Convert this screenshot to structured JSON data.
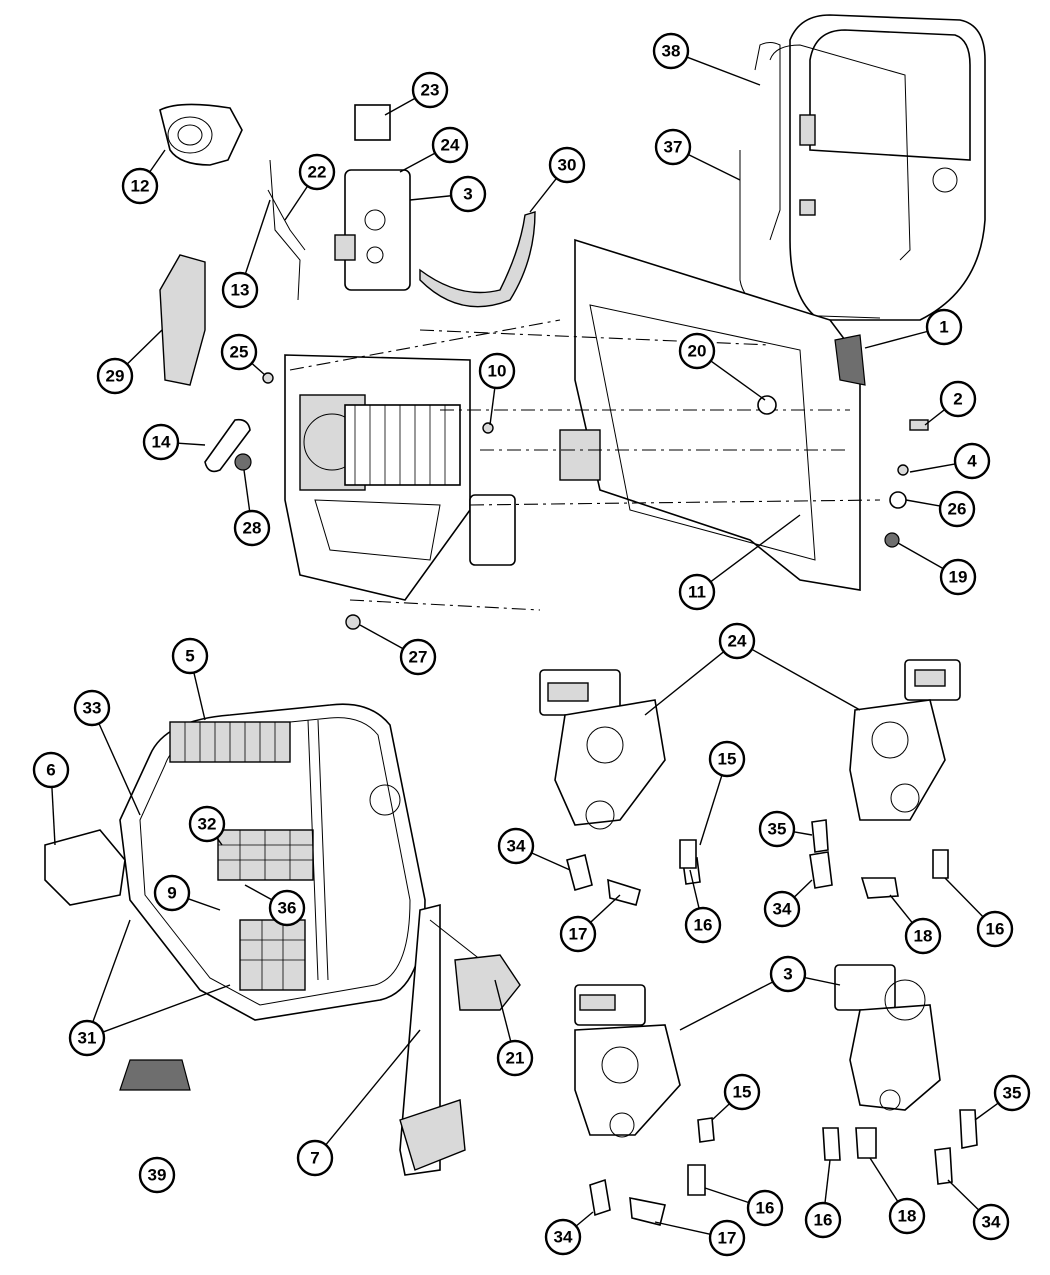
{
  "callouts": [
    {
      "id": "c1",
      "label": "1"
    },
    {
      "id": "c2",
      "label": "2"
    },
    {
      "id": "c3a",
      "label": "3"
    },
    {
      "id": "c3b",
      "label": "3"
    },
    {
      "id": "c4",
      "label": "4"
    },
    {
      "id": "c5",
      "label": "5"
    },
    {
      "id": "c6",
      "label": "6"
    },
    {
      "id": "c7",
      "label": "7"
    },
    {
      "id": "c9",
      "label": "9"
    },
    {
      "id": "c10",
      "label": "10"
    },
    {
      "id": "c11",
      "label": "11"
    },
    {
      "id": "c12",
      "label": "12"
    },
    {
      "id": "c13",
      "label": "13"
    },
    {
      "id": "c14",
      "label": "14"
    },
    {
      "id": "c15a",
      "label": "15"
    },
    {
      "id": "c15b",
      "label": "15"
    },
    {
      "id": "c16a",
      "label": "16"
    },
    {
      "id": "c16b",
      "label": "16"
    },
    {
      "id": "c16c",
      "label": "16"
    },
    {
      "id": "c16d",
      "label": "16"
    },
    {
      "id": "c17a",
      "label": "17"
    },
    {
      "id": "c17b",
      "label": "17"
    },
    {
      "id": "c18a",
      "label": "18"
    },
    {
      "id": "c18b",
      "label": "18"
    },
    {
      "id": "c19",
      "label": "19"
    },
    {
      "id": "c20",
      "label": "20"
    },
    {
      "id": "c21",
      "label": "21"
    },
    {
      "id": "c22",
      "label": "22"
    },
    {
      "id": "c23",
      "label": "23"
    },
    {
      "id": "c24a",
      "label": "24"
    },
    {
      "id": "c24b",
      "label": "24"
    },
    {
      "id": "c25",
      "label": "25"
    },
    {
      "id": "c26",
      "label": "26"
    },
    {
      "id": "c27",
      "label": "27"
    },
    {
      "id": "c28",
      "label": "28"
    },
    {
      "id": "c29",
      "label": "29"
    },
    {
      "id": "c30",
      "label": "30"
    },
    {
      "id": "c31",
      "label": "31"
    },
    {
      "id": "c32",
      "label": "32"
    },
    {
      "id": "c33",
      "label": "33"
    },
    {
      "id": "c34a",
      "label": "34"
    },
    {
      "id": "c34b",
      "label": "34"
    },
    {
      "id": "c34c",
      "label": "34"
    },
    {
      "id": "c34d",
      "label": "34"
    },
    {
      "id": "c35a",
      "label": "35"
    },
    {
      "id": "c35b",
      "label": "35"
    },
    {
      "id": "c36",
      "label": "36"
    },
    {
      "id": "c37",
      "label": "37"
    },
    {
      "id": "c38",
      "label": "38"
    },
    {
      "id": "c39",
      "label": "39"
    }
  ]
}
